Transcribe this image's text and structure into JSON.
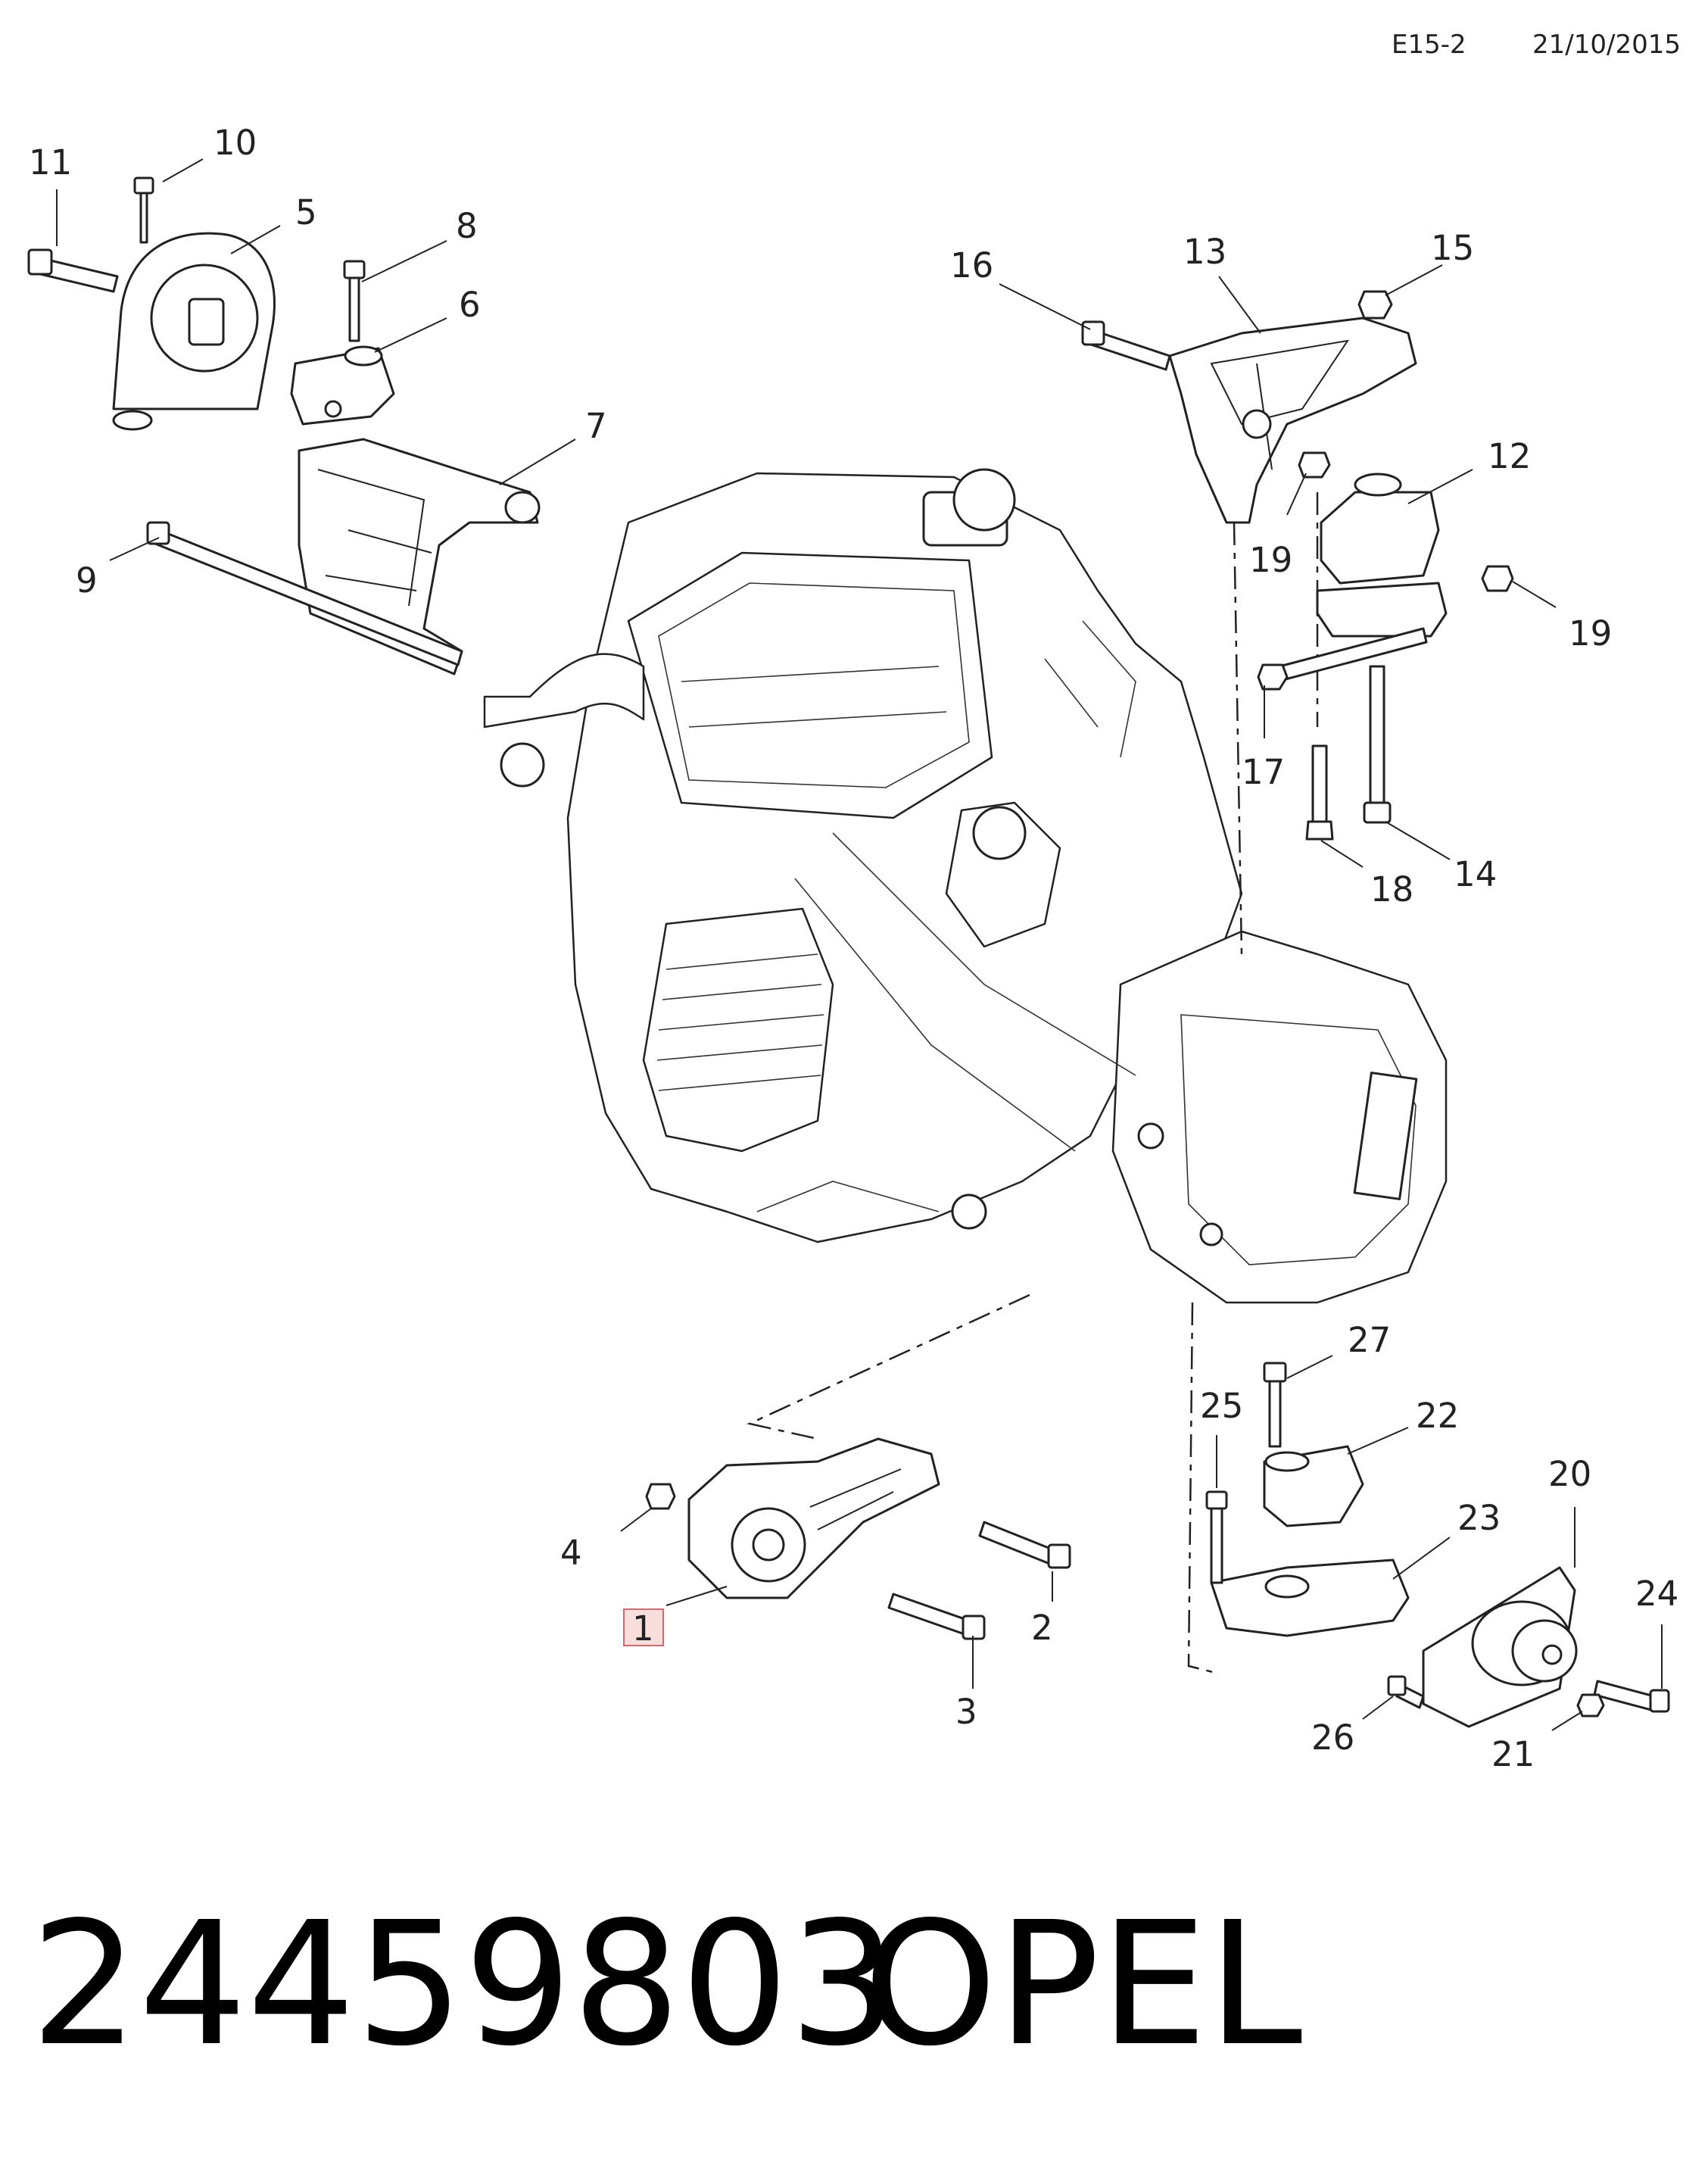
{
  "header": {
    "code": "E15-2",
    "date": "21/10/2015"
  },
  "footer": {
    "part_number": "24459803",
    "brand": "OPEL"
  },
  "callouts": [
    {
      "id": "1",
      "label": "1",
      "highlighted": true
    },
    {
      "id": "2",
      "label": "2"
    },
    {
      "id": "3",
      "label": "3"
    },
    {
      "id": "4",
      "label": "4"
    },
    {
      "id": "5",
      "label": "5"
    },
    {
      "id": "6",
      "label": "6"
    },
    {
      "id": "7",
      "label": "7"
    },
    {
      "id": "8",
      "label": "8"
    },
    {
      "id": "9",
      "label": "9"
    },
    {
      "id": "10",
      "label": "10"
    },
    {
      "id": "11",
      "label": "11"
    },
    {
      "id": "12",
      "label": "12"
    },
    {
      "id": "13",
      "label": "13"
    },
    {
      "id": "14",
      "label": "14"
    },
    {
      "id": "15",
      "label": "15"
    },
    {
      "id": "16",
      "label": "16"
    },
    {
      "id": "17",
      "label": "17"
    },
    {
      "id": "18",
      "label": "18"
    },
    {
      "id": "19a",
      "label": "19"
    },
    {
      "id": "19b",
      "label": "19"
    },
    {
      "id": "20",
      "label": "20"
    },
    {
      "id": "21",
      "label": "21"
    },
    {
      "id": "22",
      "label": "22"
    },
    {
      "id": "23",
      "label": "23"
    },
    {
      "id": "24",
      "label": "24"
    },
    {
      "id": "25",
      "label": "25"
    },
    {
      "id": "26",
      "label": "26"
    },
    {
      "id": "27",
      "label": "27"
    }
  ],
  "colors": {
    "highlight_fill": "#f9dede",
    "highlight_stroke": "#d46a6a",
    "line": "#222222"
  }
}
